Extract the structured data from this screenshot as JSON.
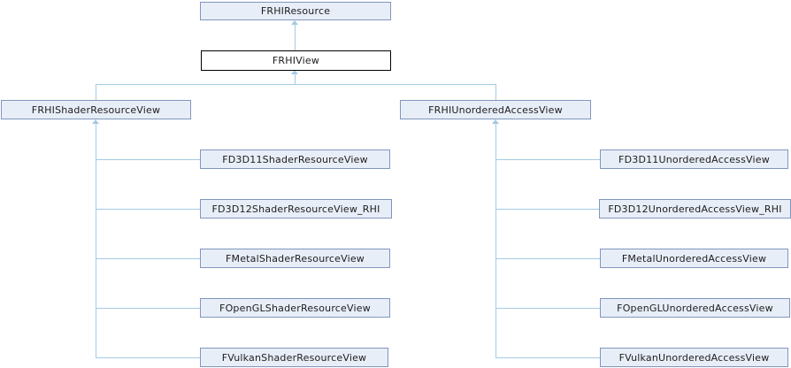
{
  "diagram": {
    "type": "class-inheritance-graph",
    "nodes": [
      {
        "id": "frhiresource",
        "label": "FRHIResource"
      },
      {
        "id": "frhiview",
        "label": "FRHIView",
        "highlighted": true
      },
      {
        "id": "frhishaderresourceview",
        "label": "FRHIShaderResourceView"
      },
      {
        "id": "fd3d11shaderresourceview",
        "label": "FD3D11ShaderResourceView"
      },
      {
        "id": "fd3d12shaderresourceview",
        "label": "FD3D12ShaderResourceView_RHI"
      },
      {
        "id": "fmetalshaderresourceview",
        "label": "FMetalShaderResourceView"
      },
      {
        "id": "fopenglshaderresourceview",
        "label": "FOpenGLShaderResourceView"
      },
      {
        "id": "fvulkanshaderresourceview",
        "label": "FVulkanShaderResourceView"
      },
      {
        "id": "frhiunorderedaccessview",
        "label": "FRHIUnorderedAccessView"
      },
      {
        "id": "fd3d11unorderedaccessview",
        "label": "FD3D11UnorderedAccessView"
      },
      {
        "id": "fd3d12unorderedaccessview",
        "label": "FD3D12UnorderedAccessView_RHI"
      },
      {
        "id": "fmetalunorderedaccessview",
        "label": "FMetalUnorderedAccessView"
      },
      {
        "id": "fopenglunorderedaccessview",
        "label": "FOpenGLUnorderedAccessView"
      },
      {
        "id": "fvulkanunorderedaccessview",
        "label": "FVulkanUnorderedAccessView"
      }
    ],
    "edges": [
      {
        "from": "FRHIView",
        "to": "FRHIResource"
      },
      {
        "from": "FRHIShaderResourceView",
        "to": "FRHIView"
      },
      {
        "from": "FRHIUnorderedAccessView",
        "to": "FRHIView"
      },
      {
        "from": "FD3D11ShaderResourceView",
        "to": "FRHIShaderResourceView"
      },
      {
        "from": "FD3D12ShaderResourceView_RHI",
        "to": "FRHIShaderResourceView"
      },
      {
        "from": "FMetalShaderResourceView",
        "to": "FRHIShaderResourceView"
      },
      {
        "from": "FOpenGLShaderResourceView",
        "to": "FRHIShaderResourceView"
      },
      {
        "from": "FVulkanShaderResourceView",
        "to": "FRHIShaderResourceView"
      },
      {
        "from": "FD3D11UnorderedAccessView",
        "to": "FRHIUnorderedAccessView"
      },
      {
        "from": "FD3D12UnorderedAccessView_RHI",
        "to": "FRHIUnorderedAccessView"
      },
      {
        "from": "FMetalUnorderedAccessView",
        "to": "FRHIUnorderedAccessView"
      },
      {
        "from": "FOpenGLUnorderedAccessView",
        "to": "FRHIUnorderedAccessView"
      },
      {
        "from": "FVulkanUnorderedAccessView",
        "to": "FRHIUnorderedAccessView"
      }
    ],
    "colors": {
      "background": "#ffffff",
      "node_fill": "#e8eef8",
      "node_border": "#8096be",
      "edge": "#a3cae4",
      "focus_fill": "#ffffff",
      "focus_border": "#000000",
      "text": "#1d1d1d"
    }
  }
}
